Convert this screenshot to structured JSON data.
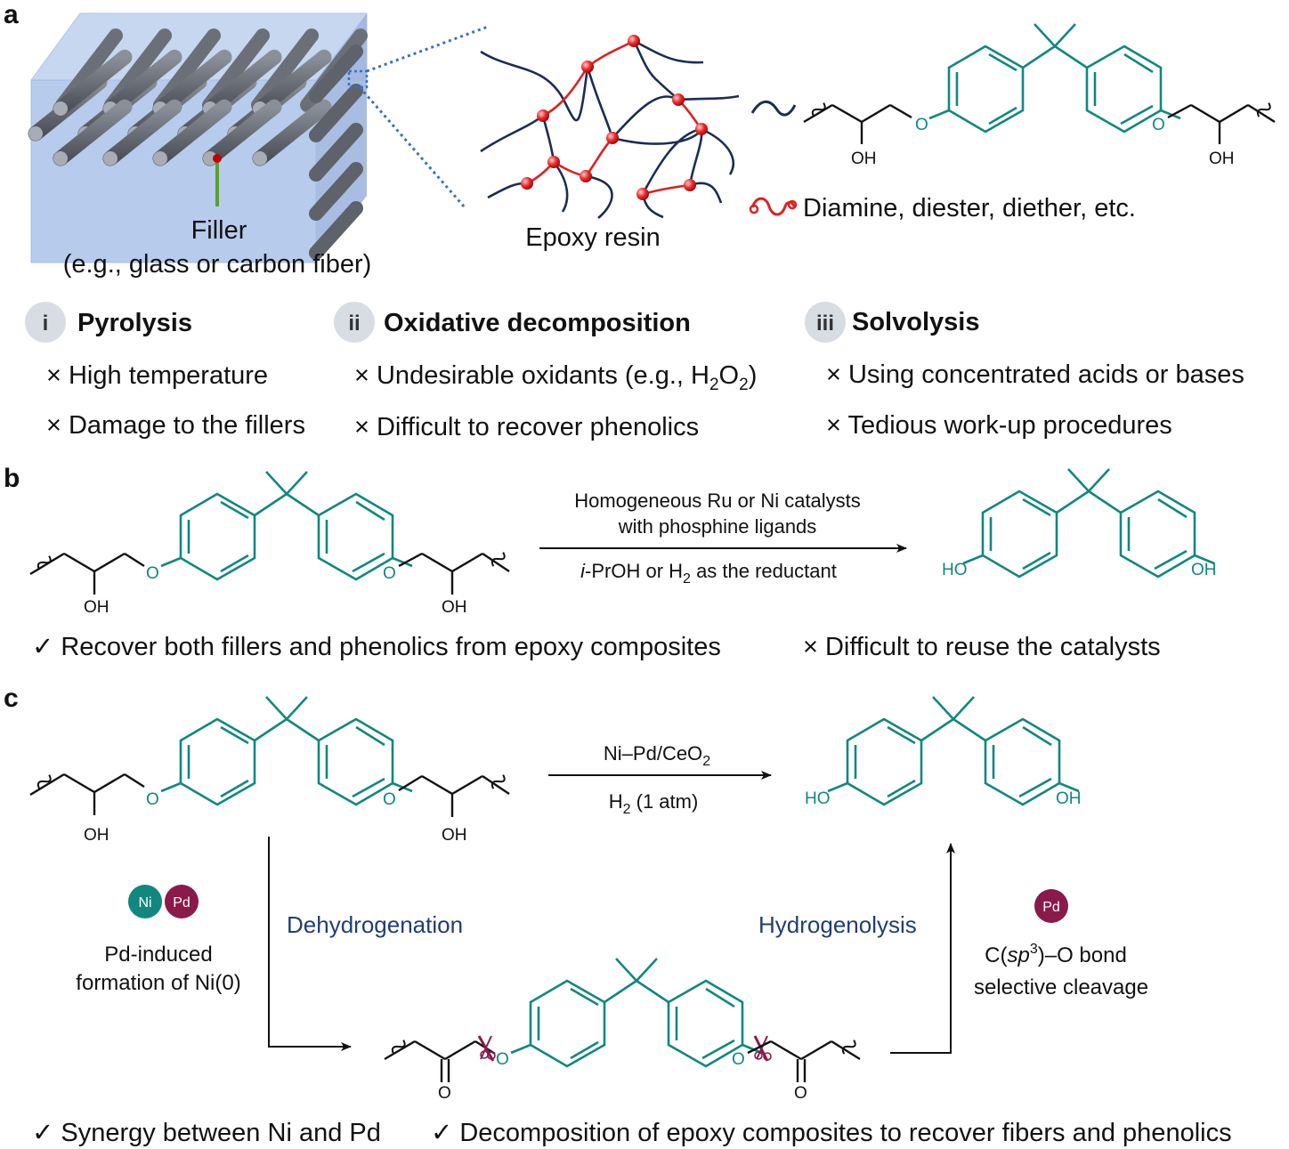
{
  "panels": {
    "a": "a",
    "b": "b",
    "c": "c"
  },
  "panel_a": {
    "filler_label_line1": "Filler",
    "filler_label_line2": "(e.g., glass or carbon fiber)",
    "epoxy_label": "Epoxy resin",
    "legend_text": "Diamine, diester, diether, etc.",
    "methods": [
      {
        "num": "i",
        "title": "Pyrolysis",
        "points": [
          "× High temperature",
          "× Damage to the fillers"
        ]
      },
      {
        "num": "ii",
        "title": "Oxidative decomposition",
        "points_1_prefix": "× Undesirable oxidants (e.g., H",
        "points_1_sub1": "2",
        "points_1_mid": "O",
        "points_1_sub2": "2",
        "points_1_suffix": ")",
        "points_2": "× Difficult to recover phenolics"
      },
      {
        "num": "iii",
        "title": "Solvolysis",
        "points": [
          "× Using concentrated acids or bases",
          "× Tedious work-up procedures"
        ]
      }
    ]
  },
  "atoms": {
    "o": "O",
    "oh": "OH",
    "ho": "HO"
  },
  "panel_b": {
    "cond_top_1": "Homogeneous Ru or Ni catalysts",
    "cond_top_2": "with phosphine ligands",
    "cond_bot_italic": "i",
    "cond_bot_a": "-PrOH or H",
    "cond_bot_sub": "2",
    "cond_bot_b": " as the reductant",
    "pro": "✓ Recover both fillers and phenolics from epoxy composites",
    "con": "× Difficult to reuse the catalysts"
  },
  "panel_c": {
    "cond_top_a": "Ni–Pd/CeO",
    "cond_top_sub": "2",
    "cond_bot_a": "H",
    "cond_bot_sub": "2",
    "cond_bot_b": " (1 atm)",
    "badge_ni": "Ni",
    "badge_pd": "Pd",
    "left_note_1": "Pd-induced",
    "left_note_2": "formation of Ni(0)",
    "step1": "Dehydrogenation",
    "step2": "Hydrogenolysis",
    "right_note_1a": "C(",
    "right_note_1b": "sp",
    "right_note_1c": "3",
    "right_note_1d": ")–O bond",
    "right_note_2": "selective cleavage",
    "bottom_1": "✓ Synergy between Ni and Pd",
    "bottom_2": "✓ Decomposition of epoxy composites to recover fibers and phenolics"
  },
  "colors": {
    "teal": "#11877f",
    "navy": "#1f3f73",
    "red": "#e02020",
    "maroon": "#8a1a4a",
    "badge_gray": "#d8dde4"
  }
}
